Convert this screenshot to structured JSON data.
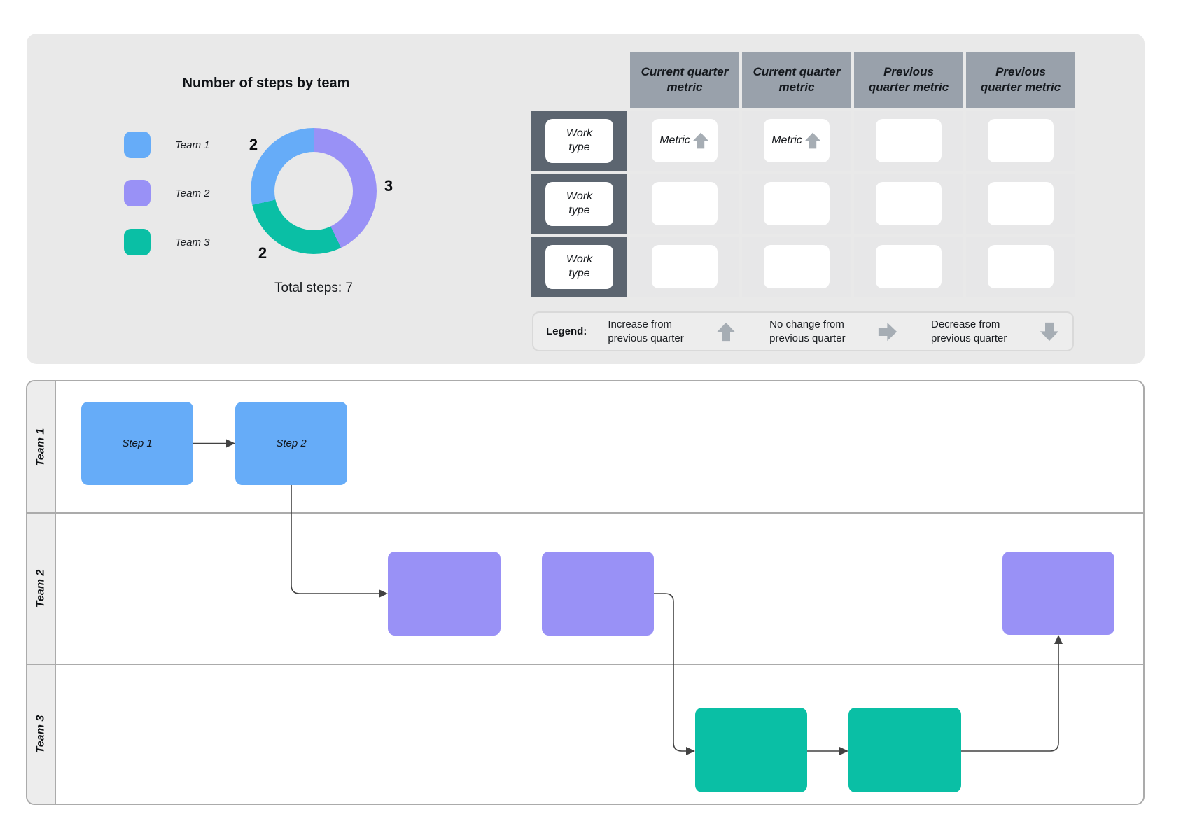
{
  "panel": {
    "background": "#E9E9E9",
    "table": {
      "column_headers": [
        "Current quarter metric",
        "Current quarter metric",
        "Previous quarter metric",
        "Previous quarter metric"
      ],
      "row_headers": [
        "Work type",
        "Work type",
        "Work type"
      ],
      "header_bg": "#99A1AB",
      "row_header_bg": "#5C6570",
      "arrow_color": "#A6ADB4",
      "rows": [
        {
          "cells": [
            {
              "label": "Metric",
              "arrow": "up"
            },
            {
              "label": "Metric",
              "arrow": "up"
            },
            {
              "label": ""
            },
            {
              "label": ""
            }
          ]
        },
        {
          "cells": [
            {
              "label": ""
            },
            {
              "label": ""
            },
            {
              "label": ""
            },
            {
              "label": ""
            }
          ]
        },
        {
          "cells": [
            {
              "label": ""
            },
            {
              "label": ""
            },
            {
              "label": ""
            },
            {
              "label": ""
            }
          ]
        }
      ]
    },
    "legend": {
      "title": "Legend:",
      "items": [
        {
          "label": "Increase from previous quarter",
          "arrow": "up"
        },
        {
          "label": "No change from previous quarter",
          "arrow": "right"
        },
        {
          "label": "Decrease from previous quarter",
          "arrow": "down"
        }
      ]
    }
  },
  "chart_data": {
    "type": "pie",
    "subtype": "donut",
    "title": "Number of steps by team",
    "categories": [
      "Team 1",
      "Team 2",
      "Team 3"
    ],
    "values": [
      2,
      3,
      2
    ],
    "colors": [
      "#66ACF8",
      "#9991F6",
      "#0ABFA5"
    ],
    "segment_order_clockwise_from_top": [
      1,
      2,
      0
    ],
    "total_label": "Total steps: 7",
    "legend_position": "left",
    "data_labels_shown": true
  },
  "swimlane": {
    "lanes": [
      {
        "label": "Team 1",
        "color": "#66ACF8",
        "steps": [
          {
            "label": "Step 1"
          },
          {
            "label": "Step 2"
          }
        ]
      },
      {
        "label": "Team 2",
        "color": "#9991F6",
        "steps": [
          {
            "label": ""
          },
          {
            "label": ""
          },
          {
            "label": ""
          }
        ]
      },
      {
        "label": "Team 3",
        "color": "#0ABFA5",
        "steps": [
          {
            "label": ""
          },
          {
            "label": ""
          }
        ]
      }
    ]
  }
}
